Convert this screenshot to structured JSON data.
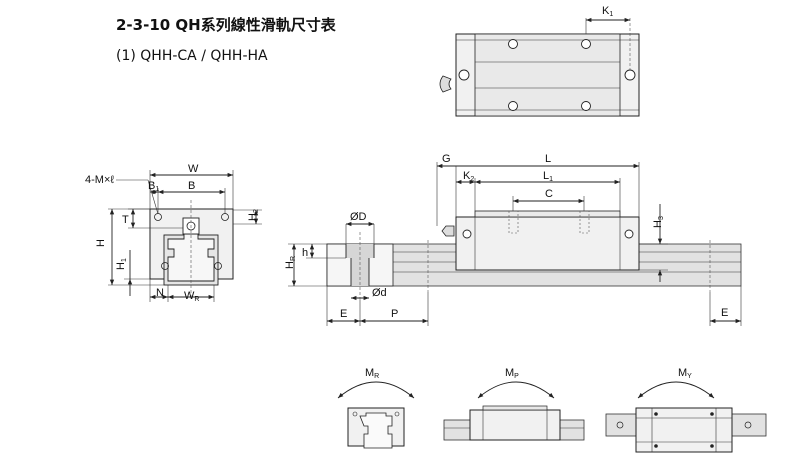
{
  "header": {
    "title": "2-3-10 QH系列線性滑軌尺寸表",
    "subtitle": "(1) QHH-CA / QHH-HA"
  },
  "dims": {
    "k1": "K",
    "k1_sub": "1",
    "four_m": "4-M×ℓ",
    "w": "W",
    "b1": "B",
    "b1_sub": "1",
    "b": "B",
    "t": "T",
    "h2": "H",
    "h2_sub": "2",
    "h": "H",
    "h1": "H",
    "h1_sub": "1",
    "n": "N",
    "wr": "W",
    "wr_sub": "R",
    "g": "G",
    "l": "L",
    "k2": "K",
    "k2_sub": "2",
    "l1": "L",
    "l1_sub": "1",
    "c": "C",
    "h3": "H",
    "h3_sub": "3",
    "od": "ØD",
    "hr": "H",
    "hr_sub": "R",
    "hh": "h",
    "d": "Ød",
    "e1": "E",
    "p": "P",
    "e2": "E"
  },
  "moments": {
    "mr": "M",
    "mr_sub": "R",
    "mp": "M",
    "mp_sub": "P",
    "my": "M",
    "my_sub": "Y"
  }
}
